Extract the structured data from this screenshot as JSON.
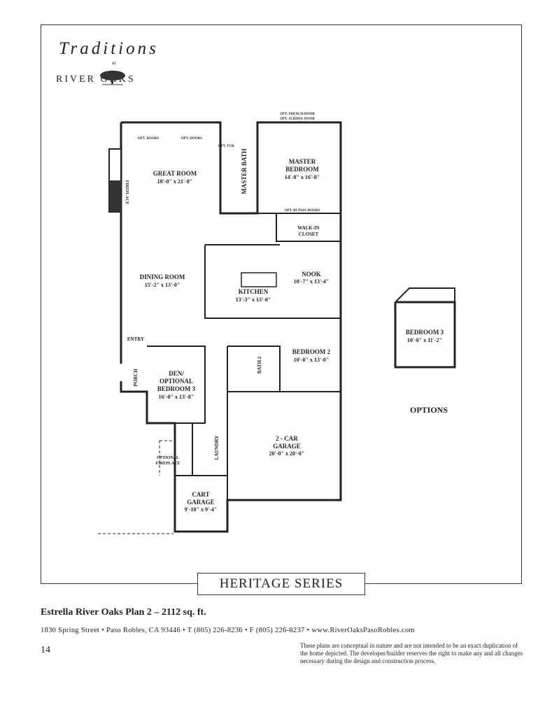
{
  "brand": {
    "title": "Traditions",
    "at": "at",
    "name": "RIVER OAKS"
  },
  "rooms": {
    "great_room": {
      "name": "GREAT ROOM",
      "size": "18'-0\" x 21'-8\""
    },
    "dining_room": {
      "name": "DINING ROOM",
      "size": "15'-2\" x 13'-0\""
    },
    "master_bedroom": {
      "name_1": "MASTER",
      "name_2": "BEDROOM",
      "size": "14'-8\" x 16'-8\""
    },
    "master_bath": {
      "name": "MASTER BATH"
    },
    "walk_in_closet": {
      "name_1": "WALK-IN",
      "name_2": "CLOSET"
    },
    "nook": {
      "name": "NOOK",
      "size": "10'-7\" x 13'-4\""
    },
    "kitchen": {
      "name": "KITCHEN",
      "size": "13'-3\" x 13'-0\""
    },
    "bedroom_2": {
      "name": "BEDROOM 2",
      "size": "10'-0\" x 13'-0\""
    },
    "bath_2": {
      "name": "BATH 2"
    },
    "den": {
      "name_1": "DEN/",
      "name_2": "OPTIONAL",
      "name_3": "BEDROOM 3",
      "size": "16'-0\" x 13'-8\""
    },
    "garage": {
      "name_1": "2 - CAR",
      "name_2": "GARAGE",
      "size": "20'-0\" x 20'-0\""
    },
    "cart_garage": {
      "name_1": "CART",
      "name_2": "GARAGE",
      "size": "9'-10\" x 9'-4\""
    },
    "laundry": {
      "name": "LAUNDRY"
    },
    "porch": {
      "name": "PORCH"
    },
    "entry": {
      "name": "ENTRY"
    },
    "fireplace": {
      "name": "FIREPLACE"
    }
  },
  "notes": {
    "opt_doors": "OPT. DOORS",
    "opt_tub": "OPT. TUB",
    "opt_french_door": "OPT. FRENCH DOOR",
    "opt_sliding_door": "OPT. SLIDING DOOR",
    "opt_bipass_doors": "OPT. BI-PASS DOORS",
    "optional_fireplace_1": "OPTIONAL",
    "optional_fireplace_2": "FIREPLACE"
  },
  "options": {
    "label": "OPTIONS",
    "bedroom_3": {
      "name": "BEDROOM 3",
      "size": "10'-0\" x 11'-2\""
    }
  },
  "series": "HERITAGE SERIES",
  "footer": {
    "plan_title": "Estrella River Oaks Plan 2 – 2112 sq. ft.",
    "address": "1830 Spring Street • Paso Robles, CA 93446 • T (805) 226-8236 • F (805) 226-8237 • www.RiverOaksPasoRobles.com",
    "page_number": "14",
    "disclaimer": "These plans are conceptual in nature and are not intended to be an exact duplication of the home depicted. The developer/builder reserves the right to make any and all changes necessary during the design and construction process."
  }
}
